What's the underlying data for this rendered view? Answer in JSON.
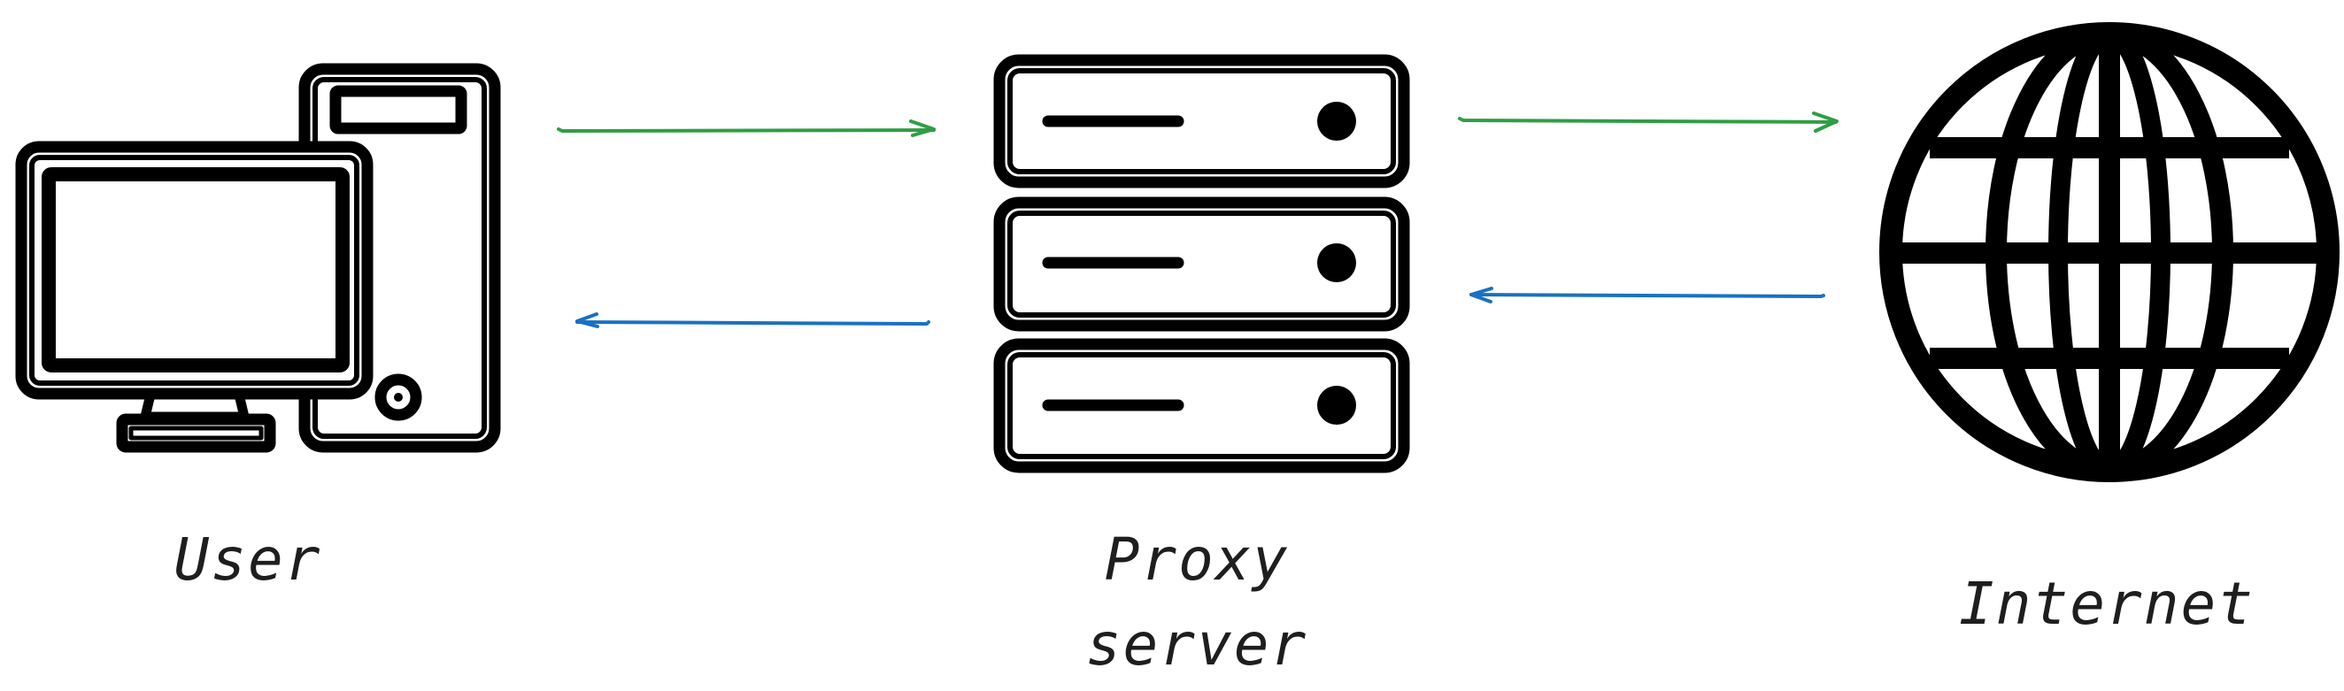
{
  "nodes": {
    "user": {
      "label": "User",
      "icon": "desktop-computer-icon"
    },
    "proxy": {
      "label_line1": "Proxy",
      "label_line2": "server",
      "icon": "server-rack-icon"
    },
    "internet": {
      "label": "Internet",
      "icon": "globe-icon"
    }
  },
  "arrows": [
    {
      "from": "user",
      "to": "proxy",
      "color": "#2f9e44"
    },
    {
      "from": "proxy",
      "to": "user",
      "color": "#1971c2"
    },
    {
      "from": "proxy",
      "to": "internet",
      "color": "#2f9e44"
    },
    {
      "from": "internet",
      "to": "proxy",
      "color": "#1971c2"
    }
  ],
  "colors": {
    "icon": "#000000",
    "text": "#1e1e1e",
    "request_arrow": "#2f9e44",
    "response_arrow": "#1971c2"
  }
}
